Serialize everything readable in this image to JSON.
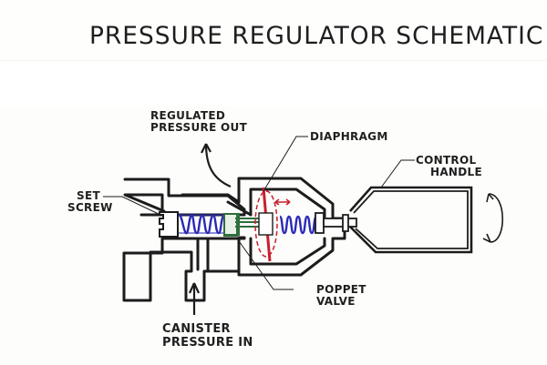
{
  "title": "PRESSURE REGULATOR SCHEMATIC",
  "labels": {
    "regulated_out": [
      "REGULATED",
      "PRESSURE OUT"
    ],
    "diaphragm": "DIAPHRAGM",
    "control_handle": [
      "CONTROL",
      "HANDLE"
    ],
    "set_screw": [
      "SET",
      "SCREW"
    ],
    "poppet_valve": [
      "POPPET",
      "VALVE"
    ],
    "canister_in": [
      "CANISTER",
      "PRESSURE IN"
    ]
  },
  "colors": {
    "ink": "#1c1c1c",
    "spring": "#2a2ab8",
    "poppet": "#2e6e3c",
    "diaphragm": "#c8202e"
  }
}
